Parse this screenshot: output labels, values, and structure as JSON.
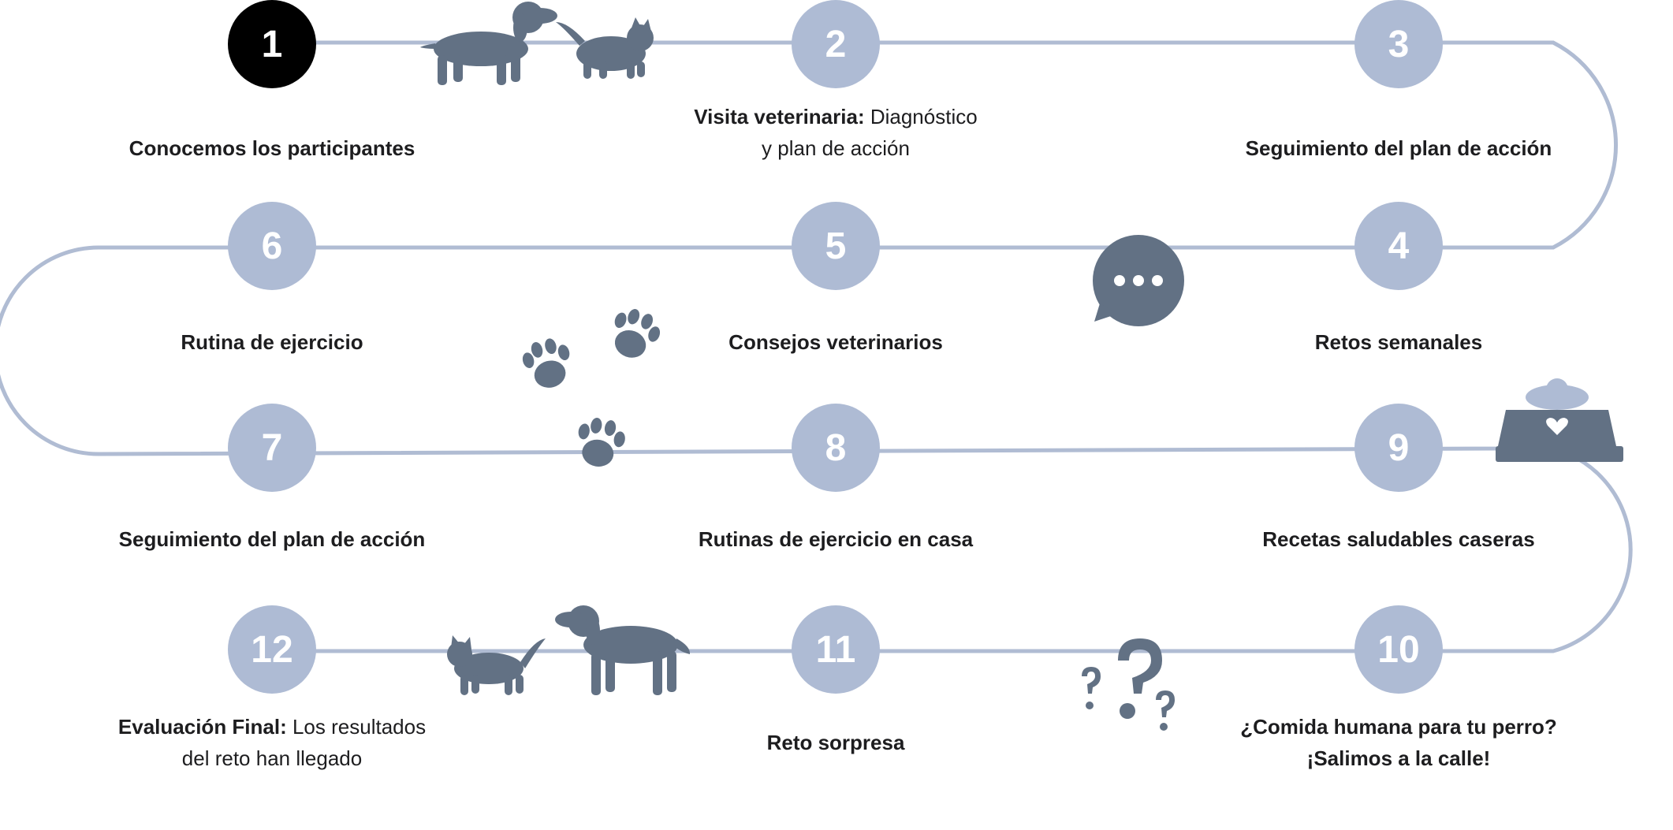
{
  "colors": {
    "path": "#b0bcd3",
    "node_done": "#000000",
    "node_pending": "#aebbd4",
    "icon": "#627184",
    "text": "#1d1d1f"
  },
  "steps": [
    {
      "number": "1",
      "state": "done",
      "bold": "Conocemos los participantes",
      "rest": "",
      "line2": ""
    },
    {
      "number": "2",
      "state": "pending",
      "bold": "Visita veterinaria:",
      "rest": " Diagnóstico",
      "line2": "y plan de acción"
    },
    {
      "number": "3",
      "state": "pending",
      "bold": "Seguimiento del plan de acción",
      "rest": "",
      "line2": ""
    },
    {
      "number": "4",
      "state": "pending",
      "bold": "Retos semanales",
      "rest": "",
      "line2": ""
    },
    {
      "number": "5",
      "state": "pending",
      "bold": "Consejos veterinarios",
      "rest": "",
      "line2": ""
    },
    {
      "number": "6",
      "state": "pending",
      "bold": "Rutina de ejercicio",
      "rest": "",
      "line2": ""
    },
    {
      "number": "7",
      "state": "pending",
      "bold": "Seguimiento del plan de acción",
      "rest": "",
      "line2": ""
    },
    {
      "number": "8",
      "state": "pending",
      "bold": "Rutinas de ejercicio en casa",
      "rest": "",
      "line2": ""
    },
    {
      "number": "9",
      "state": "pending",
      "bold": "Recetas saludables caseras",
      "rest": "",
      "line2": ""
    },
    {
      "number": "10",
      "state": "pending",
      "bold": "¿Comida humana para tu perro?",
      "rest": "",
      "line2": "¡Salimos a la calle!"
    },
    {
      "number": "11",
      "state": "pending",
      "bold": "Reto sorpresa",
      "rest": "",
      "line2": ""
    },
    {
      "number": "12",
      "state": "pending",
      "bold": "Evaluación Final:",
      "rest": " Los resultados",
      "line2": "del reto han llegado"
    }
  ],
  "icons": [
    "dog-icon",
    "cat-icon",
    "chat-bubble-icon",
    "paw-print-icon",
    "food-bowl-icon",
    "question-marks-icon"
  ]
}
